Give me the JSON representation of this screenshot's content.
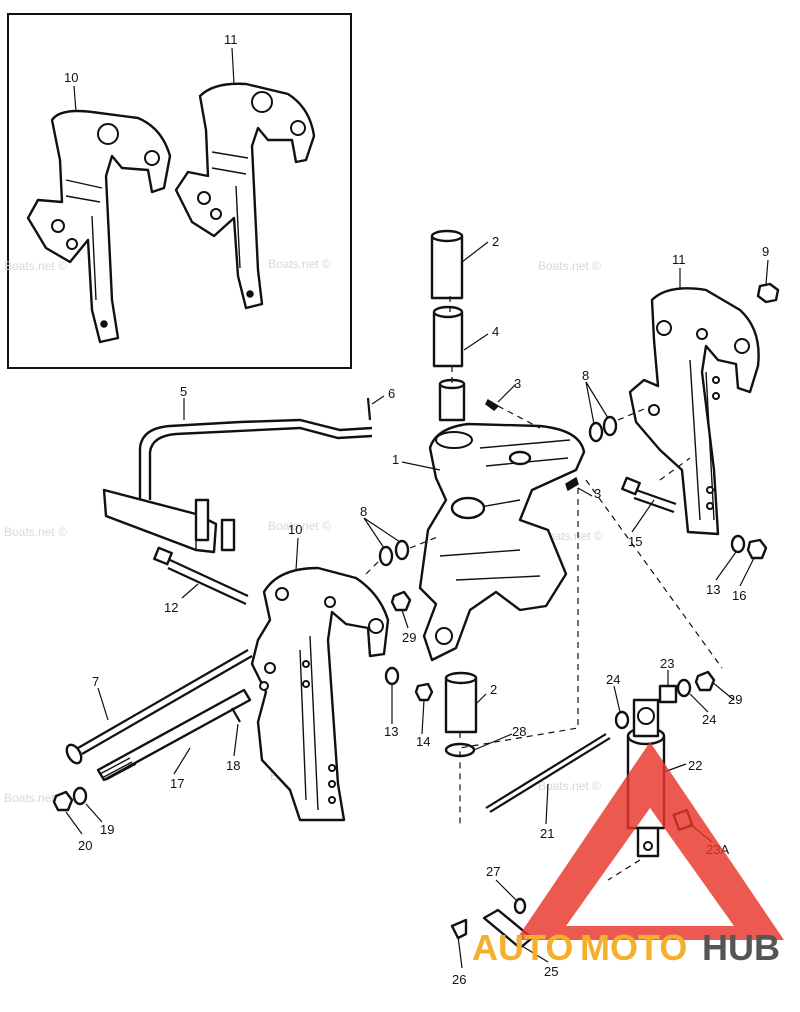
{
  "diagram": {
    "watermark_text": "Boats.net ©",
    "brand": {
      "part_a": "AUTO",
      "part_b": "MOTO",
      "part_c": "HUB",
      "colors": {
        "red": "#e8342a",
        "orange": "#f4b02c",
        "gray": "#555555"
      }
    },
    "inset": {
      "labels": [
        {
          "id": "10",
          "text": "10"
        },
        {
          "id": "11",
          "text": "11"
        }
      ]
    },
    "callouts": [
      {
        "id": "1",
        "text": "1"
      },
      {
        "id": "2a",
        "text": "2"
      },
      {
        "id": "2b",
        "text": "2"
      },
      {
        "id": "3a",
        "text": "3"
      },
      {
        "id": "3b",
        "text": "3"
      },
      {
        "id": "4",
        "text": "4"
      },
      {
        "id": "5",
        "text": "5"
      },
      {
        "id": "6",
        "text": "6"
      },
      {
        "id": "7",
        "text": "7"
      },
      {
        "id": "8a",
        "text": "8"
      },
      {
        "id": "8b",
        "text": "8"
      },
      {
        "id": "9",
        "text": "9"
      },
      {
        "id": "10",
        "text": "10"
      },
      {
        "id": "11",
        "text": "11"
      },
      {
        "id": "12",
        "text": "12"
      },
      {
        "id": "13a",
        "text": "13"
      },
      {
        "id": "13b",
        "text": "13"
      },
      {
        "id": "14",
        "text": "14"
      },
      {
        "id": "15",
        "text": "15"
      },
      {
        "id": "16",
        "text": "16"
      },
      {
        "id": "17",
        "text": "17"
      },
      {
        "id": "18",
        "text": "18"
      },
      {
        "id": "19",
        "text": "19"
      },
      {
        "id": "20",
        "text": "20"
      },
      {
        "id": "21",
        "text": "21"
      },
      {
        "id": "22",
        "text": "22"
      },
      {
        "id": "23",
        "text": "23"
      },
      {
        "id": "23A",
        "text": "23A"
      },
      {
        "id": "24a",
        "text": "24"
      },
      {
        "id": "24b",
        "text": "24"
      },
      {
        "id": "25",
        "text": "25"
      },
      {
        "id": "26",
        "text": "26"
      },
      {
        "id": "27",
        "text": "27"
      },
      {
        "id": "28",
        "text": "28"
      },
      {
        "id": "29a",
        "text": "29"
      },
      {
        "id": "29b",
        "text": "29"
      }
    ]
  }
}
